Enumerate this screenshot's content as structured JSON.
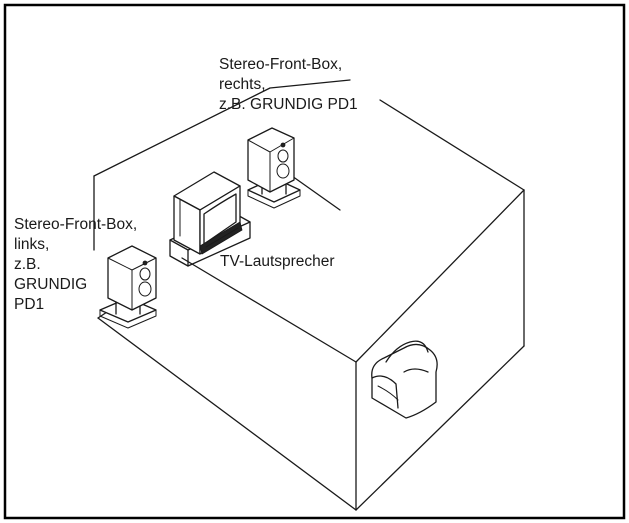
{
  "labels": {
    "right_box": {
      "line1": "Stereo-Front-Box,",
      "line2": "rechts,",
      "line3": "z.B. GRUNDIG PD1"
    },
    "left_box": {
      "line1": "Stereo-Front-Box,",
      "line2": "links,",
      "line3": "z.B.",
      "line4": "GRUNDIG",
      "line5": "PD1"
    },
    "tv_speaker": "TV-Lautsprecher"
  }
}
